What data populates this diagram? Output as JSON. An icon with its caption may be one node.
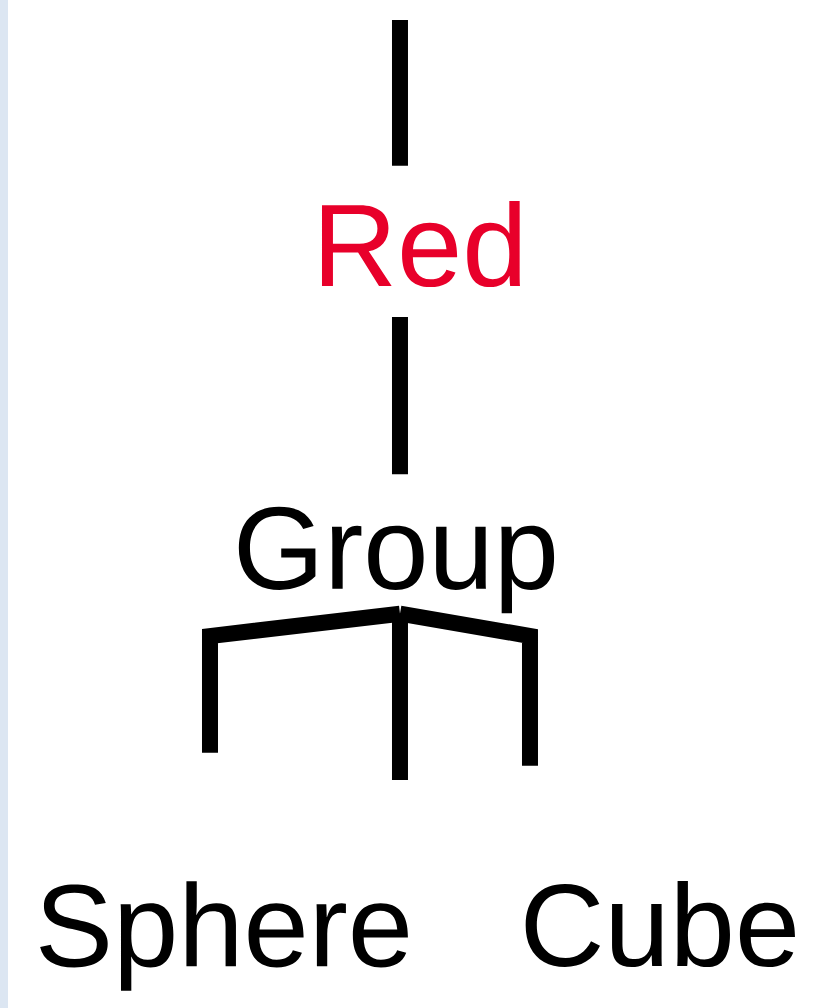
{
  "diagram": {
    "nodes": [
      {
        "text": [
          "Red"
        ]
      },
      {
        "text": [
          "Group"
        ]
      },
      {
        "text": [
          "Sphere"
        ]
      },
      {
        "text": [
          "Cube"
        ]
      }
    ],
    "edges": [
      {
        "from": null,
        "to": 0,
        "arrow": "none"
      },
      {
        "from": 0,
        "to": 1,
        "arrow": "none"
      },
      {
        "from": 1,
        "to": 2,
        "arrow": "none"
      },
      {
        "from": 1,
        "to": 3,
        "arrow": "none"
      },
      {
        "from": 1,
        "to": null,
        "arrow": "none"
      }
    ]
  }
}
